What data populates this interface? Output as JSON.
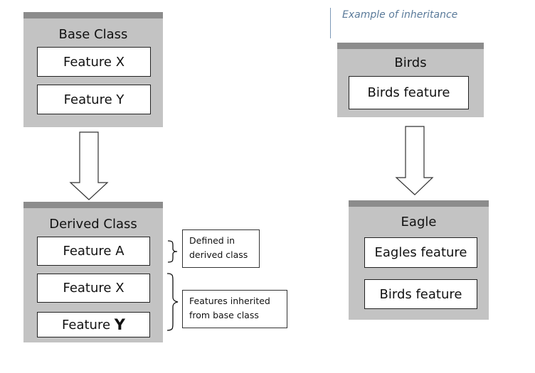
{
  "left": {
    "base": {
      "title": "Base Class",
      "features": [
        "Feature X",
        "Feature Y"
      ]
    },
    "derived": {
      "title": "Derived Class",
      "feature_a": "Feature A",
      "feature_x": "Feature X",
      "feature_y_prefix": "Feature ",
      "feature_y_mark": "Y"
    },
    "notes": {
      "defined": "Defined in derived class",
      "inherited": "Features inherited from base class"
    }
  },
  "right": {
    "caption": "Example of inheritance",
    "birds": {
      "title": "Birds",
      "features": [
        "Birds feature"
      ]
    },
    "eagle": {
      "title": "Eagle",
      "features": [
        "Eagles feature",
        "Birds feature"
      ]
    }
  }
}
